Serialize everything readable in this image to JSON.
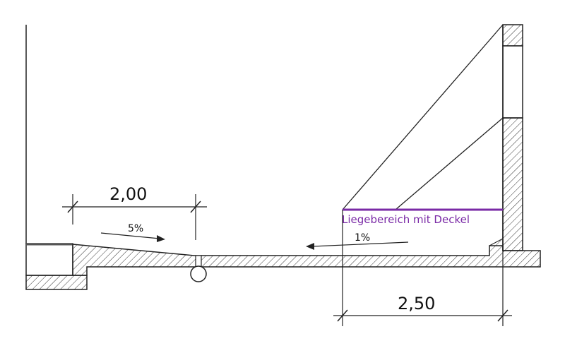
{
  "dimensions": {
    "left": "2,00",
    "right": "2,50"
  },
  "slopes": {
    "left": "5%",
    "right": "1%"
  },
  "annotation": {
    "text": "Liegebereich mit Deckel",
    "color": "#7a2aa6"
  },
  "colors": {
    "line": "#222222",
    "hatch": "#333333",
    "background": "#ffffff"
  }
}
